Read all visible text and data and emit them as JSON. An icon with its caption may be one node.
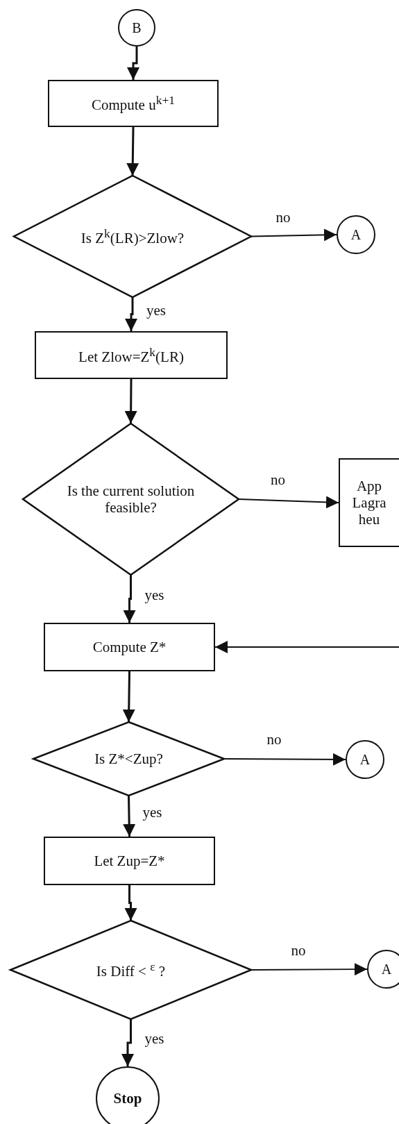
{
  "diagram": {
    "nodes": [
      {
        "text": [
          "B"
        ]
      },
      {
        "text": [
          "Compute  u$^{k+1}$"
        ]
      },
      {
        "text": [
          "Is Z$^{k}$(LR)>Zlow?"
        ]
      },
      {
        "text": [
          "A"
        ]
      },
      {
        "text": [
          "Let Zlow=Z$^{k}$(LR)"
        ]
      },
      {
        "text": [
          "Is the current solution feasible?"
        ]
      },
      {
        "text": [
          "App Lagra heu"
        ]
      },
      {
        "text": [
          "Compute Z*"
        ]
      },
      {
        "text": [
          "Is Z*<Zup?"
        ]
      },
      {
        "text": [
          "A"
        ]
      },
      {
        "text": [
          "Let Zup=Z*"
        ]
      },
      {
        "text": [
          "Is Diff < $^{ε}$ ?"
        ]
      },
      {
        "text": [
          "A"
        ]
      },
      {
        "text": [
          "Stop"
        ]
      }
    ],
    "edges": [
      {
        "from": 0,
        "to": 1,
        "arrow": "to"
      },
      {
        "from": 1,
        "to": 2,
        "arrow": "to"
      },
      {
        "from": 2,
        "to": 3,
        "arrow": "to",
        "label": "no"
      },
      {
        "from": 2,
        "to": 4,
        "arrow": "to",
        "label": "yes"
      },
      {
        "from": 4,
        "to": 5,
        "arrow": "to"
      },
      {
        "from": 5,
        "to": 6,
        "arrow": "to",
        "label": "no"
      },
      {
        "from": 5,
        "to": 7,
        "arrow": "to",
        "label": "yes"
      },
      {
        "from": null,
        "to": 7,
        "arrow": "to"
      },
      {
        "from": 7,
        "to": 8,
        "arrow": "to"
      },
      {
        "from": 8,
        "to": 9,
        "arrow": "to",
        "label": "no"
      },
      {
        "from": 8,
        "to": 10,
        "arrow": "to",
        "label": "yes"
      },
      {
        "from": 10,
        "to": 11,
        "arrow": "to"
      },
      {
        "from": 11,
        "to": 12,
        "arrow": "to",
        "label": "no"
      },
      {
        "from": 11,
        "to": 13,
        "arrow": "to",
        "label": "yes"
      }
    ]
  }
}
